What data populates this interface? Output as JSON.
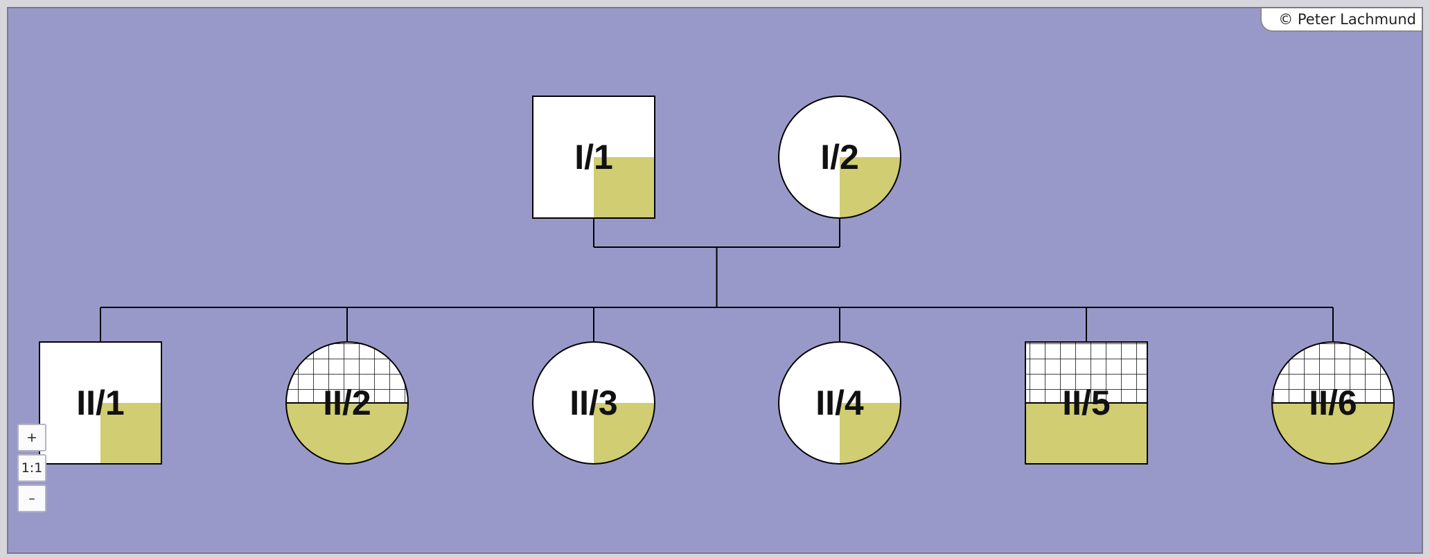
{
  "copyright": "© Peter Lachmund",
  "zoom": {
    "in_label": "+",
    "reset_label": "1:1",
    "out_label": "–"
  },
  "colors": {
    "background": "#9999c9",
    "affected_fill": "#d0cd72",
    "symbol_fill": "#ffffff",
    "line": "#000000"
  },
  "individuals": [
    {
      "id": "I/1",
      "generation": 1,
      "sex": "male",
      "shading": "quadrant-bottom-right"
    },
    {
      "id": "I/2",
      "generation": 1,
      "sex": "female",
      "shading": "quadrant-bottom-right"
    },
    {
      "id": "II/1",
      "generation": 2,
      "sex": "male",
      "shading": "quadrant-bottom-right"
    },
    {
      "id": "II/2",
      "generation": 2,
      "sex": "female",
      "shading": "bottom-half-grid-top"
    },
    {
      "id": "II/3",
      "generation": 2,
      "sex": "female",
      "shading": "quadrant-bottom-right"
    },
    {
      "id": "II/4",
      "generation": 2,
      "sex": "female",
      "shading": "quadrant-bottom-right"
    },
    {
      "id": "II/5",
      "generation": 2,
      "sex": "male",
      "shading": "bottom-half-grid-top"
    },
    {
      "id": "II/6",
      "generation": 2,
      "sex": "female",
      "shading": "bottom-half-grid-top"
    }
  ]
}
